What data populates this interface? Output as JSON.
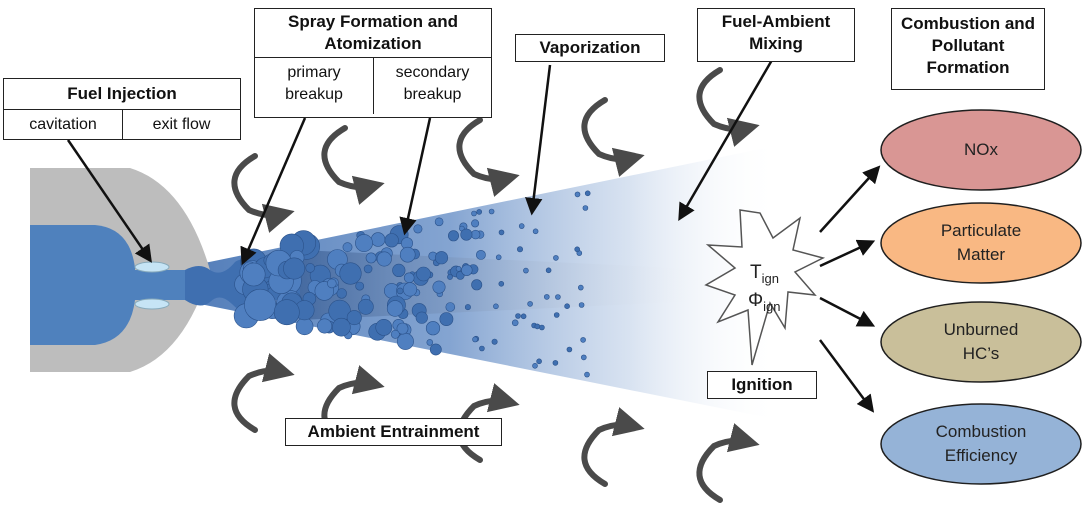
{
  "labels": {
    "fuel_injection": {
      "title": "Fuel Injection",
      "sub_left": "cavitation",
      "sub_right": "exit flow"
    },
    "spray_formation": {
      "title_line1": "Spray Formation and",
      "title_line2": "Atomization",
      "left_line1": "primary",
      "left_line2": "breakup",
      "right_line1": "secondary",
      "right_line2": "breakup"
    },
    "vaporization": "Vaporization",
    "fuel_ambient_mixing": {
      "line1": "Fuel-Ambient",
      "line2": "Mixing"
    },
    "combustion_pollutant": {
      "line1": "Combustion and",
      "line2": "Pollutant",
      "line3": "Formation"
    },
    "ambient_entrainment": "Ambient Entrainment",
    "ignition": "Ignition",
    "ignition_T": "T",
    "ignition_T_sub": "ign",
    "ignition_Phi": "Φ",
    "ignition_Phi_sub": "ign"
  },
  "outcomes": [
    {
      "line1": "NOx",
      "line2": "",
      "color": "#d99694"
    },
    {
      "line1": "Particulate",
      "line2": "Matter",
      "color": "#f9b883"
    },
    {
      "line1": "Unburned",
      "line2": "HC’s",
      "color": "#c9bf9a"
    },
    {
      "line1": "Combustion",
      "line2": "Efficiency",
      "color": "#95b3d7"
    }
  ],
  "colors": {
    "nozzle_gray": "#bdbdbd",
    "fuel_blue": "#4f81bd",
    "droplet_blue": "#3f6fb0",
    "arrow_gray": "#4a4a4a"
  }
}
